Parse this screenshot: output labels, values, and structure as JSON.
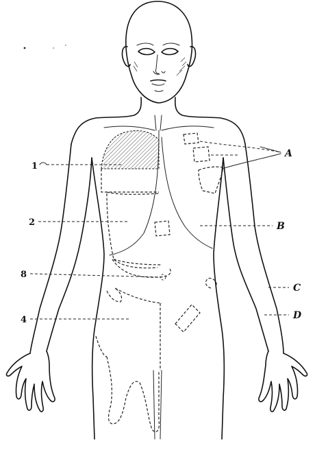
{
  "figure": {
    "labels_left": [
      {
        "id": "1",
        "text": "1"
      },
      {
        "id": "2",
        "text": "2"
      },
      {
        "id": "3",
        "text": "8"
      },
      {
        "id": "4",
        "text": "4"
      }
    ],
    "labels_right": [
      {
        "id": "A",
        "text": "A"
      },
      {
        "id": "B",
        "text": "B"
      },
      {
        "id": "C",
        "text": "C"
      },
      {
        "id": "D",
        "text": "D"
      }
    ]
  }
}
